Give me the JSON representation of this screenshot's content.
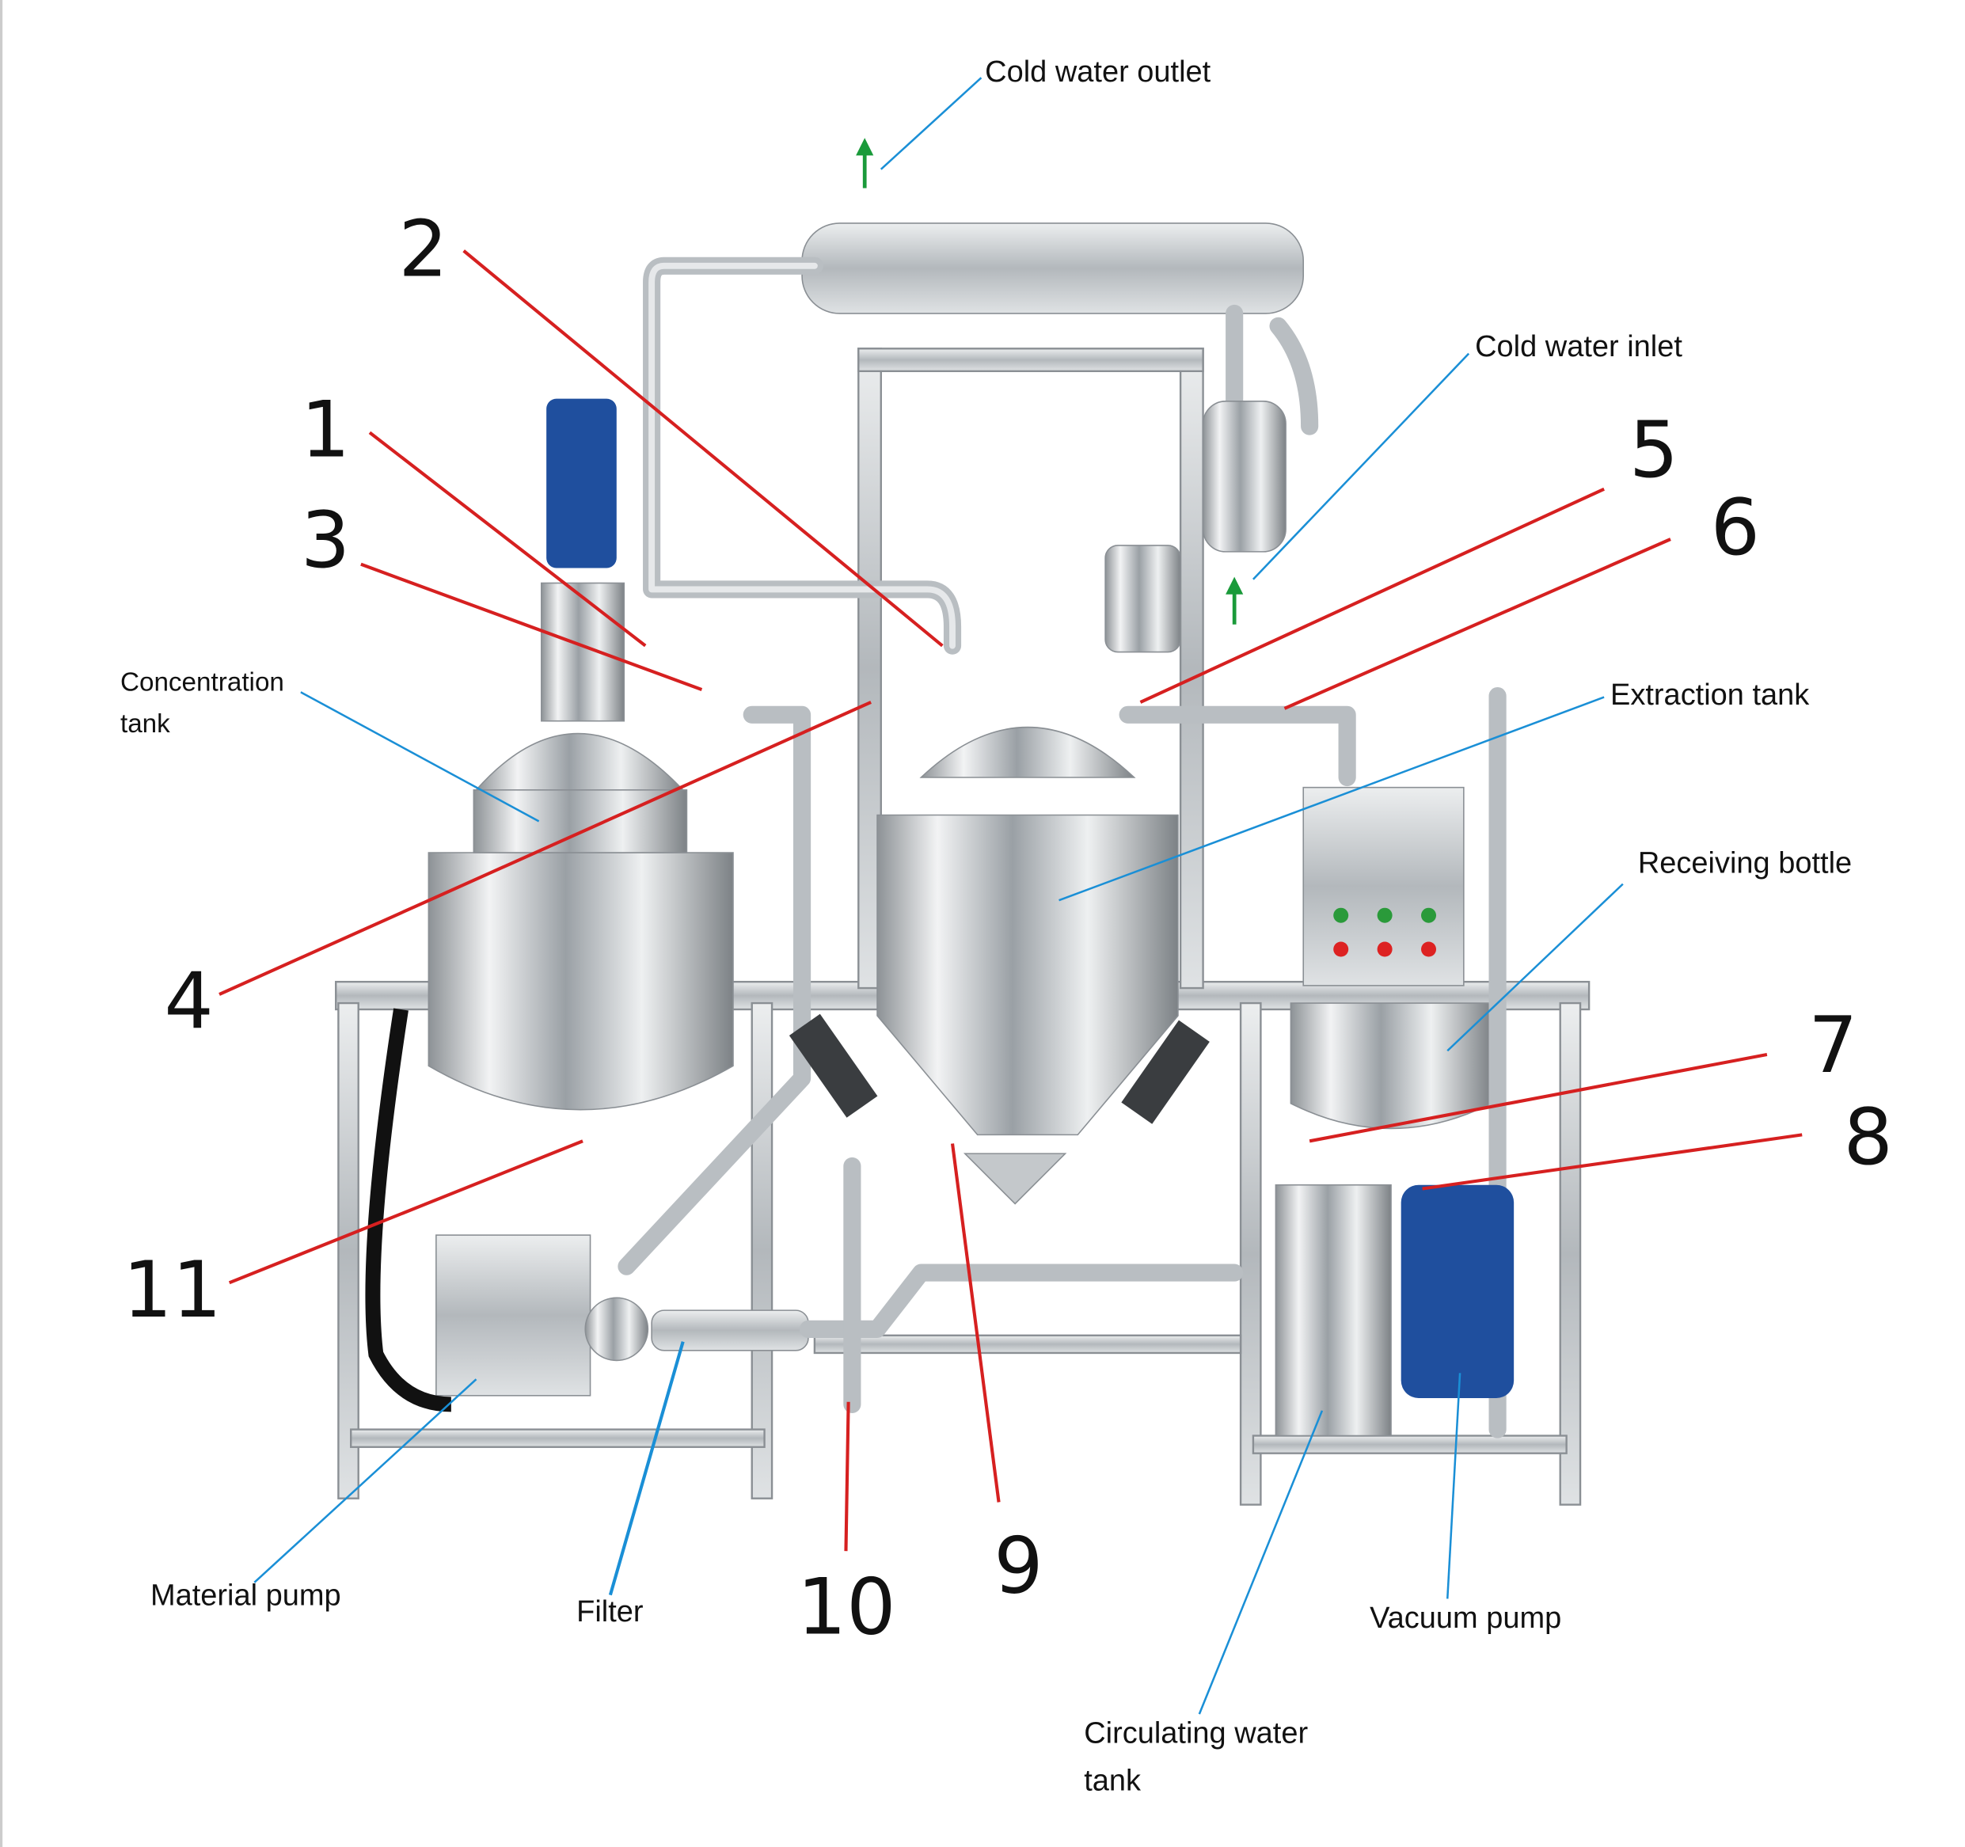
{
  "labels": {
    "cold_water_outlet": "Cold water outlet",
    "cold_water_inlet": "Cold water inlet",
    "concentration_tank_1": "Concentration",
    "concentration_tank_2": "tank",
    "extraction_tank": "Extraction tank",
    "receiving_bottle": "Receiving bottle",
    "material_pump": "Material pump",
    "filter": "Filter",
    "vacuum_pump": "Vacuum pump",
    "circulating_water_tank_1": "Circulating water",
    "circulating_water_tank_2": "tank"
  },
  "numbers": [
    "1",
    "2",
    "3",
    "4",
    "5",
    "6",
    "7",
    "8",
    "9",
    "10",
    "11"
  ],
  "colors": {
    "callout_red": "#d62020",
    "callout_blue": "#1a8fd6",
    "flow_arrow": "#1a9a3a",
    "motor_blue": "#1f4f9e"
  }
}
